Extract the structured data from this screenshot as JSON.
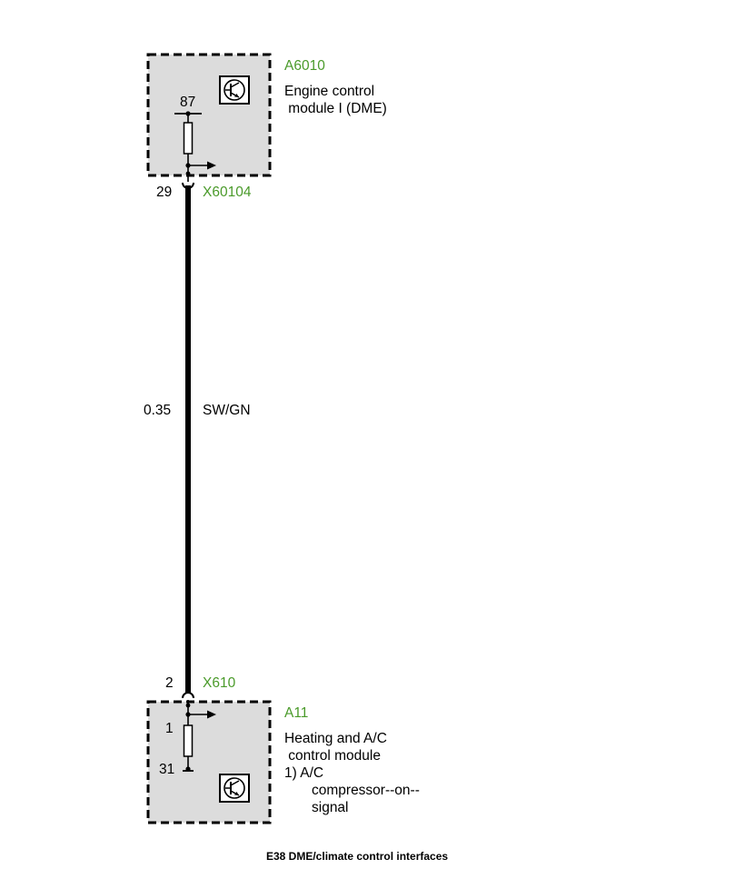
{
  "colors": {
    "component_id": "#4a9a2a",
    "module_fill": "#dcdcdc",
    "wire": "#000000"
  },
  "top_module": {
    "id": "A6010",
    "name_line1": "Engine control",
    "name_line2": " module I (DME)",
    "pin_internal": "87",
    "icon": "transistor-symbol-icon"
  },
  "top_connector": {
    "pin": "29",
    "id": "X60104"
  },
  "wire": {
    "gauge": "0.35",
    "color_code": "SW/GN"
  },
  "bottom_connector": {
    "pin": "2",
    "id": "X610"
  },
  "bottom_module": {
    "id": "A11",
    "name_line1": "Heating and A/C",
    "name_line2": " control module",
    "note_line1": "1) A/C",
    "note_line2": "compressor--on--",
    "note_line3": "signal",
    "pin_internal_1": "1",
    "pin_ground": "31",
    "icon": "transistor-symbol-icon"
  },
  "caption": "E38 DME/climate control interfaces"
}
